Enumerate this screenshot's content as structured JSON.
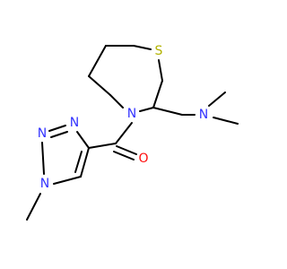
{
  "atoms": {
    "sulfur": "S",
    "ring_nitrogen": "N",
    "amine_nitrogen": "N",
    "carbonyl_oxygen": "O",
    "triazole_n1": "N",
    "triazole_n2": "N",
    "triazole_n3": "N"
  },
  "colors": {
    "bond": "#000000",
    "nitrogen": "#3333ff",
    "oxygen": "#ff0d0d",
    "sulfur": "#b2b200",
    "background": "#ffffff"
  }
}
